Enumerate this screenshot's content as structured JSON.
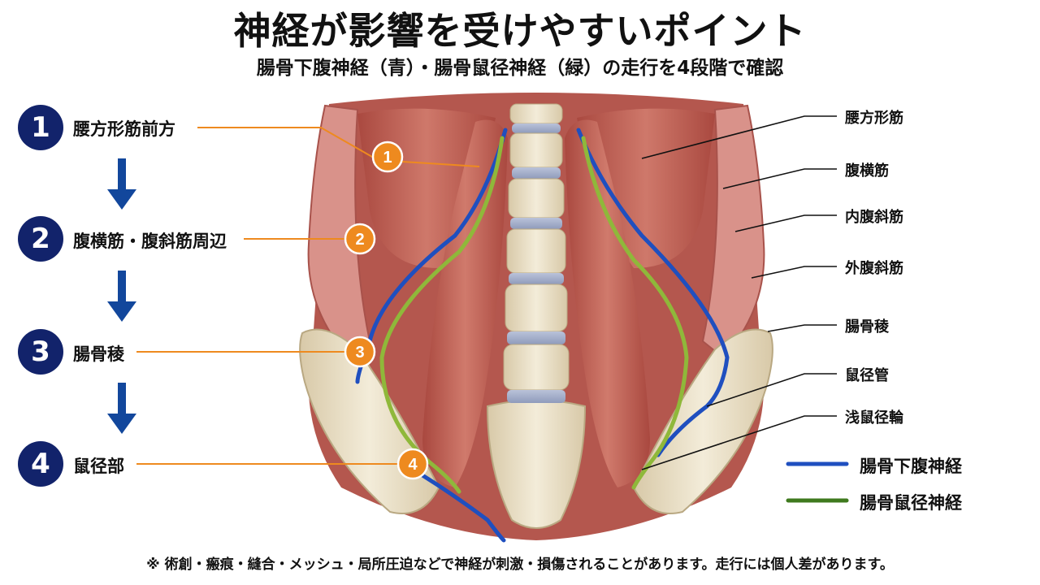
{
  "title": "神経が影響を受けやすいポイント",
  "subtitle": "腸骨下腹神経（青）・腸骨鼠径神経（緑）の走行を4段階で確認",
  "steps": [
    {
      "number": "1",
      "label": "腰方形筋前方"
    },
    {
      "number": "2",
      "label": "腹横筋・腹斜筋周辺"
    },
    {
      "number": "3",
      "label": "腸骨稜"
    },
    {
      "number": "4",
      "label": "鼠径部"
    }
  ],
  "markers": [
    "1",
    "2",
    "3",
    "4"
  ],
  "right_labels": [
    "腰方形筋",
    "腹横筋",
    "内腹斜筋",
    "外腹斜筋",
    "腸骨稜",
    "鼠径管",
    "浅鼠径輪"
  ],
  "legend": [
    {
      "label": "腸骨下腹神経",
      "color": "#1f4fbf"
    },
    {
      "label": "腸骨鼠径神経",
      "color": "#3f7a1e"
    }
  ],
  "footnote": "※ 術創・瘢痕・縫合・メッシュ・局所圧迫などで神経が刺激・損傷されることがあります。走行には個人差があります。",
  "colors": {
    "step_circle": "#12236b",
    "arrow": "#12479c",
    "marker": "#ee8a1f",
    "leader_orange": "#ee8a1f",
    "muscle": "#c0605a",
    "bone": "#ece2cc"
  }
}
